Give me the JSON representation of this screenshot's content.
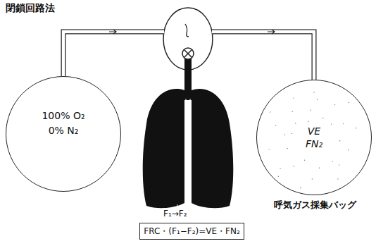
{
  "diagram": {
    "title": "閉鎖回路法",
    "nodes": [
      {
        "text": [
          "100% O₂",
          "0% N₂"
        ]
      },
      {
        "text": [
          "VE",
          "FN₂",
          "呼気ガス採集バッグ"
        ]
      },
      {
        "text": [
          "FRC・(F₁−F₂)=VE・FN₂"
        ]
      }
    ],
    "edges": [
      {
        "from": 0,
        "to": 1,
        "arrow": "to"
      }
    ],
    "labels": [
      "F₁→F₂"
    ]
  }
}
